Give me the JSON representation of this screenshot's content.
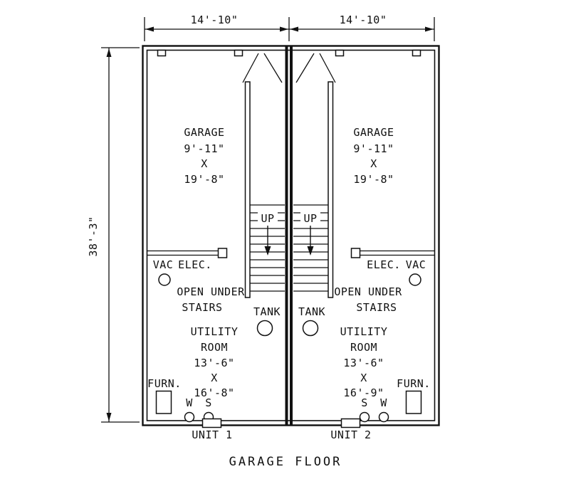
{
  "title": "GARAGE FLOOR",
  "dimensions": {
    "width_unit1": "14'-10\"",
    "width_unit2": "14'-10\"",
    "height": "38'-3\""
  },
  "labels": {
    "garage": "GARAGE",
    "up": "UP",
    "vac": "VAC",
    "elec": "ELEC.",
    "open_under_line1": "OPEN UNDER",
    "open_under_line2": "STAIRS",
    "tank": "TANK",
    "utility_line1": "UTILITY",
    "utility_line2": "ROOM",
    "furn": "FURN.",
    "washer": "W",
    "softener": "S",
    "x_separator": "X"
  },
  "unit1": {
    "name": "UNIT 1",
    "garage_dims": {
      "w": "9'-11\"",
      "l": "19'-8\""
    },
    "utility_dims": {
      "w": "13'-6\"",
      "l": "16'-8\""
    }
  },
  "unit2": {
    "name": "UNIT 2",
    "garage_dims": {
      "w": "9'-11\"",
      "l": "19'-8\""
    },
    "utility_dims": {
      "w": "13'-6\"",
      "l": "16'-9\""
    }
  },
  "colors": {
    "ink": "#111111",
    "paper": "#ffffff"
  }
}
